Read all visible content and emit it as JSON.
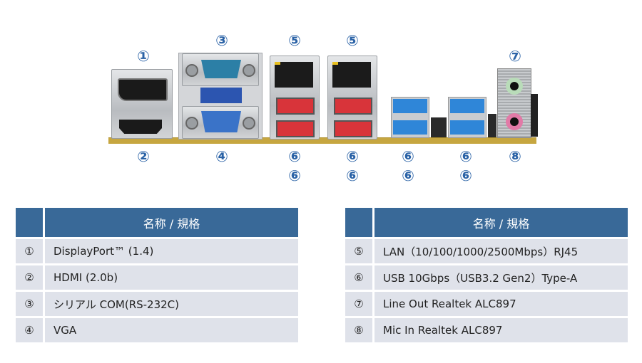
{
  "diagram": {
    "callouts": {
      "c1": "①",
      "c2": "②",
      "c3": "③",
      "c4": "④",
      "c5a": "⑤",
      "c5b": "⑤",
      "c6": "⑥",
      "c7": "⑦",
      "c8": "⑧"
    },
    "colors": {
      "callout": "#2a62a6",
      "table_header": "#396998",
      "table_row": "#dfe2ea",
      "usb_blue": "#2f86d8",
      "usb_red": "#d8343a",
      "line_out": "#b9dcb9",
      "mic_in": "#e27aa7"
    }
  },
  "tables": {
    "left": {
      "header": "名称 / 規格",
      "rows": [
        {
          "num": "①",
          "name": "DisplayPort™ (1.4)"
        },
        {
          "num": "②",
          "name": "HDMI (2.0b)"
        },
        {
          "num": "③",
          "name": "シリアル COM(RS-232C)"
        },
        {
          "num": "④",
          "name": "VGA"
        }
      ]
    },
    "right": {
      "header": "名称 / 規格",
      "rows": [
        {
          "num": "⑤",
          "name": "LAN（10/100/1000/2500Mbps）RJ45"
        },
        {
          "num": "⑥",
          "name": "USB 10Gbps（USB3.2 Gen2）Type-A"
        },
        {
          "num": "⑦",
          "name": "Line Out Realtek ALC897"
        },
        {
          "num": "⑧",
          "name": "Mic In Realtek ALC897"
        }
      ]
    }
  }
}
